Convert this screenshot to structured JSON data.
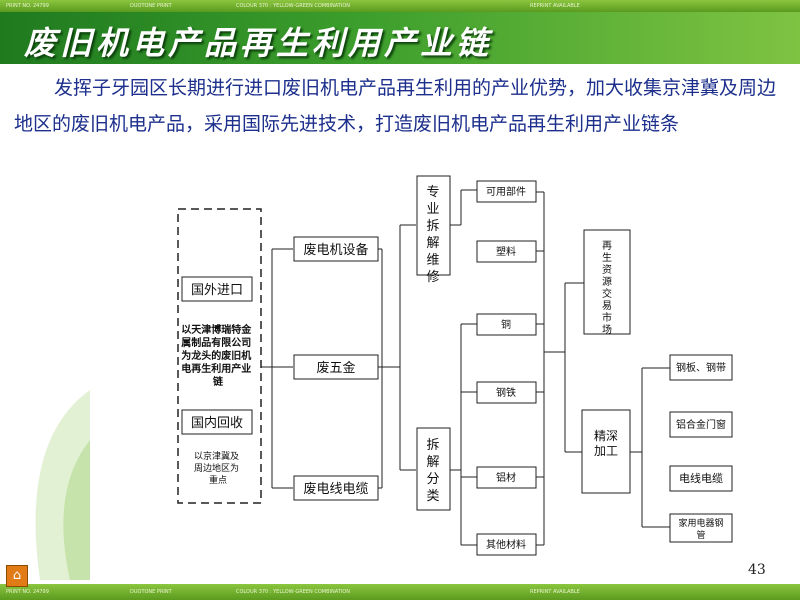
{
  "title": "废旧机电产品再生利用产业链",
  "paragraph": "发挥子牙园区长期进行进口废旧机电产品再生利用的产业优势，加大收集京津冀及周边地区的废旧机电产品，采用国际先进技术，打造废旧机电产品再生利用产业链条",
  "page_number": "43",
  "band_labels": [
    "PRINT NO. 24799",
    "DUOTONE PRINT",
    "COLOUR 370 : YELLOW-GREEN COMBINATION",
    "REPRINT AVAILABLE"
  ],
  "colors": {
    "title_band": "#3c9e2c",
    "body_text": "#1c2f8c",
    "bar": "#6fb02a"
  },
  "diagram": {
    "sources": {
      "foreign": "国外进口",
      "center": "以天津博瑞特金属制品有限公司为龙头的废旧机电再生利用产业链",
      "domestic": "国内回收",
      "note": "以京津冀及周边地区为重点"
    },
    "categories": [
      "废电机设备",
      "废五金",
      "废电线电缆"
    ],
    "processes": {
      "dismantle": "专业拆解维修",
      "sort": "拆解分类"
    },
    "materials": [
      "可用部件",
      "塑料",
      "铜",
      "钢铁",
      "铝材",
      "其他材料"
    ],
    "market": "再生资源交易市场",
    "deep": "精深加工",
    "products": [
      "钢板、钢带",
      "铝合金门窗",
      "电线电缆",
      "家用电器钢管"
    ]
  }
}
